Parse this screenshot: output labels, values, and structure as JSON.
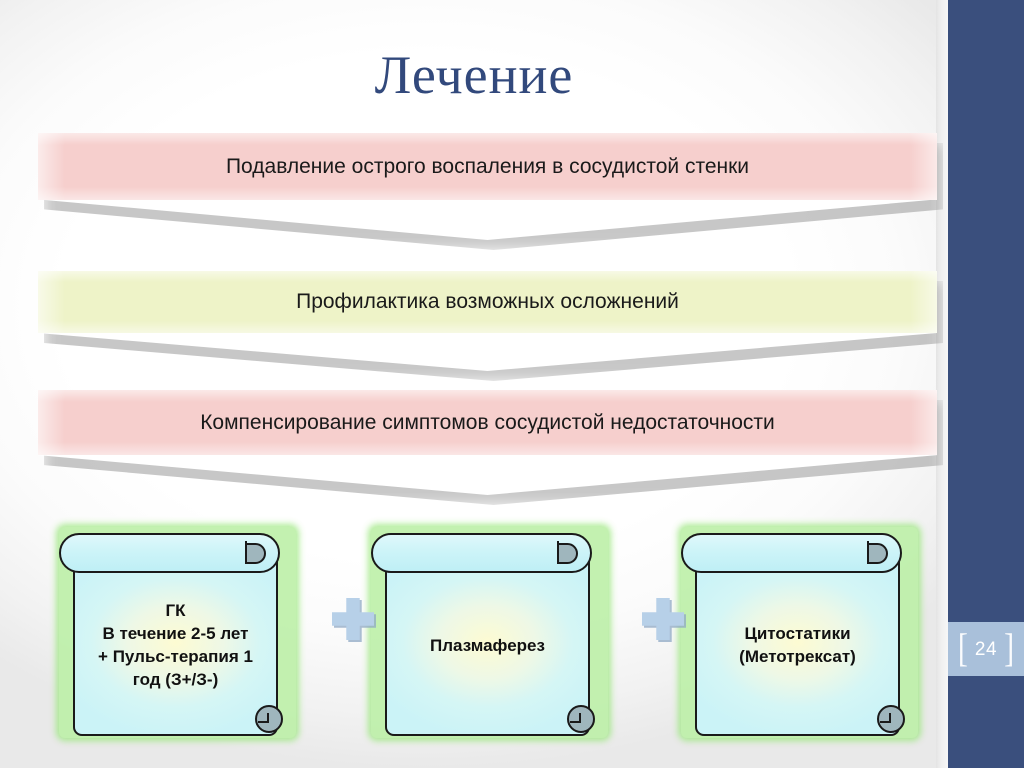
{
  "slide": {
    "title": "Лечение",
    "page_number": "24",
    "accent_sidebar_color": "#3a4f7d",
    "title_color": "#32497c",
    "badge_color": "#a9c0da"
  },
  "banners": [
    {
      "text": "Подавление острого воспаления в сосудистой стенки",
      "fill": "#f6cfcd",
      "name": "banner-suppress-inflammation"
    },
    {
      "text": "Профилактика возможных осложнений",
      "fill": "#eef3c8",
      "name": "banner-prevent-complications"
    },
    {
      "text": "Компенсирование симптомов сосудистой недостаточности",
      "fill": "#f6cfcd",
      "name": "banner-compensate-symptoms"
    }
  ],
  "scrolls": [
    {
      "text": "ГК\nВ течение 2-5 лет\n+ Пульс-терапия 1\nгод (З+/З-)",
      "name": "scroll-gk"
    },
    {
      "text": "Плазмаферез",
      "name": "scroll-plasmapheresis"
    },
    {
      "text": "Цитостатики\n(Метотрексат)",
      "name": "scroll-cytostatics"
    }
  ],
  "connectors": [
    {
      "symbol": "plus",
      "name": "plus-connector-1"
    },
    {
      "symbol": "plus",
      "name": "plus-connector-2"
    }
  ],
  "badge_brackets": {
    "left": "(",
    "right": ")"
  }
}
